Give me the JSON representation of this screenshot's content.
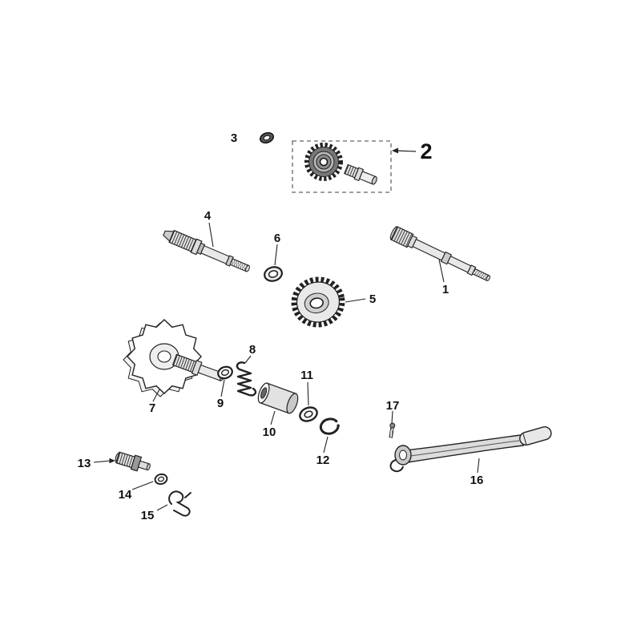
{
  "diagram": {
    "type": "exploded-parts-diagram",
    "background_color": "#ffffff",
    "line_color": "#1a1a1a",
    "group_box": {
      "style": "dashed",
      "callout": "2"
    },
    "callouts": [
      {
        "part": "1",
        "label": "1",
        "shape": "splined-shaft"
      },
      {
        "part": "2",
        "label": "2",
        "shape": "gear-and-shaft-group"
      },
      {
        "part": "3",
        "label": "3",
        "shape": "washer"
      },
      {
        "part": "4",
        "label": "4",
        "shape": "splined-spindle-shaft"
      },
      {
        "part": "5",
        "label": "5",
        "shape": "gear"
      },
      {
        "part": "6",
        "label": "6",
        "shape": "bushing-ring"
      },
      {
        "part": "7",
        "label": "7",
        "shape": "ratchet-guide-plate-with-shaft"
      },
      {
        "part": "8",
        "label": "8",
        "shape": "coil-spring"
      },
      {
        "part": "9",
        "label": "9",
        "shape": "ring"
      },
      {
        "part": "10",
        "label": "10",
        "shape": "collar-cylinder"
      },
      {
        "part": "11",
        "label": "11",
        "shape": "washer"
      },
      {
        "part": "12",
        "label": "12",
        "shape": "circlip"
      },
      {
        "part": "13",
        "label": "13",
        "shape": "pinion-shaft"
      },
      {
        "part": "14",
        "label": "14",
        "shape": "ring"
      },
      {
        "part": "15",
        "label": "15",
        "shape": "wire-clip"
      },
      {
        "part": "16",
        "label": "16",
        "shape": "kick-lever"
      },
      {
        "part": "17",
        "label": "17",
        "shape": "bolt"
      }
    ]
  }
}
